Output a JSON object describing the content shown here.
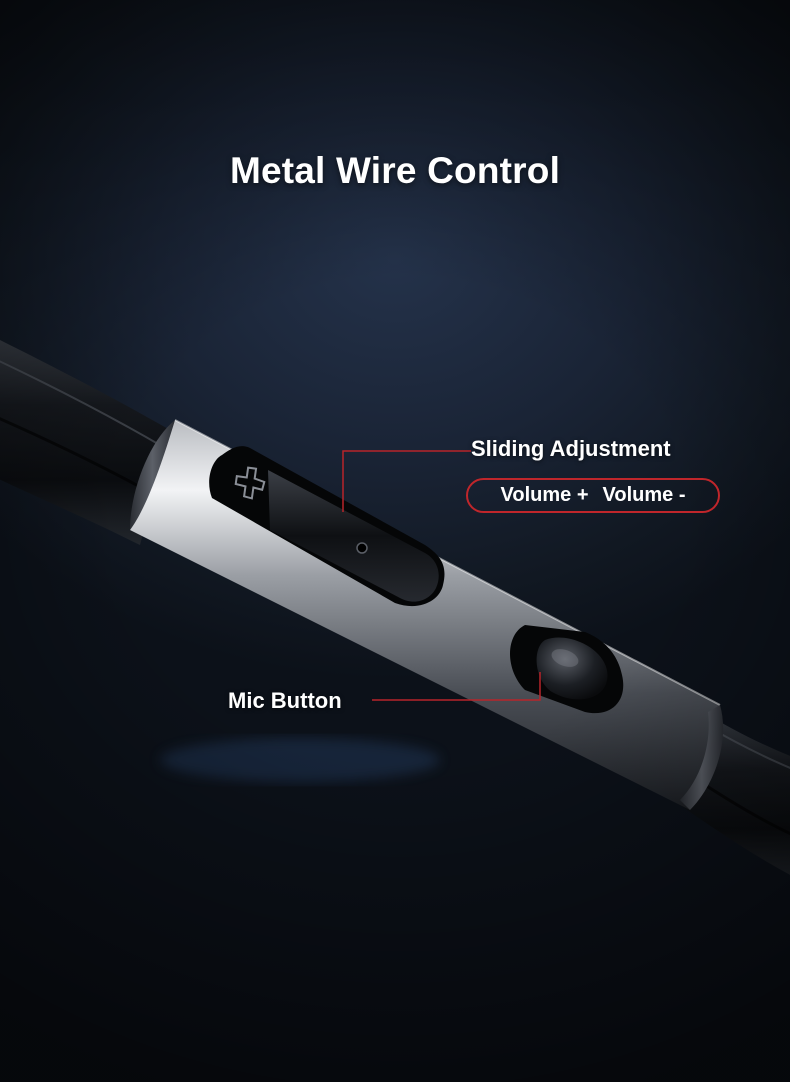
{
  "title": "Metal Wire Control",
  "callouts": {
    "sliding": "Sliding Adjustment",
    "volume_up": "Volume +",
    "volume_down": "Volume -",
    "mic": "Mic Button"
  },
  "colors": {
    "accent": "#c0262b",
    "background": "#1a2436",
    "text": "#ffffff"
  }
}
